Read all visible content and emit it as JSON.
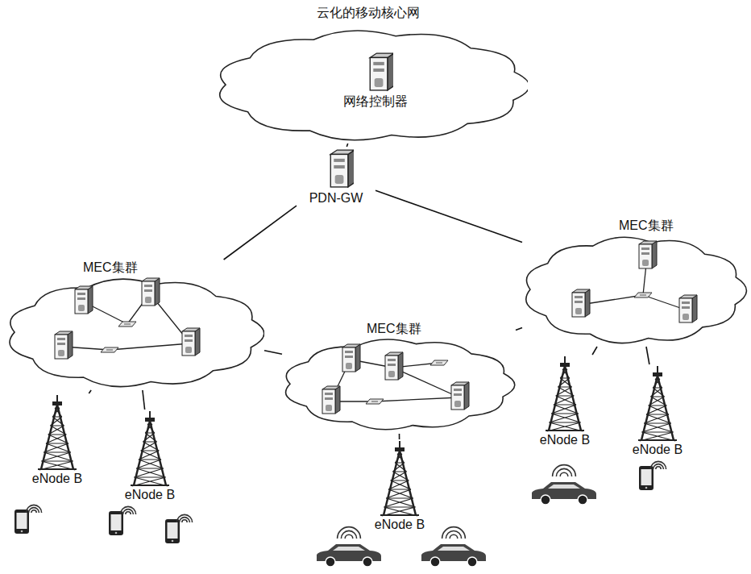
{
  "diagram": {
    "nodes": [
      {
        "text": [
          "云化的移动核心网"
        ]
      },
      {
        "text": [
          "网络控制器"
        ],
        "in": 0
      },
      {
        "text": [
          "PDN-GW"
        ]
      },
      {
        "text": [
          "MEC集群"
        ]
      },
      {
        "text": [
          "MEC集群"
        ]
      },
      {
        "text": [
          "MEC集群"
        ]
      },
      {
        "text": [
          "eNode B"
        ]
      },
      {
        "text": [
          "eNode B"
        ]
      },
      {
        "text": [
          "eNode B"
        ]
      },
      {
        "text": [
          "eNode B"
        ]
      },
      {
        "text": [
          "eNode B"
        ]
      }
    ],
    "edges": [
      {
        "from": 0,
        "to": 2,
        "arrow": "none"
      },
      {
        "from": 2,
        "to": 3,
        "arrow": "none"
      },
      {
        "from": 2,
        "to": 5,
        "arrow": "none"
      },
      {
        "from": 3,
        "to": 4,
        "arrow": "none"
      },
      {
        "from": 4,
        "to": 5,
        "arrow": "none"
      },
      {
        "from": 3,
        "to": 6,
        "arrow": "none"
      },
      {
        "from": 3,
        "to": 7,
        "arrow": "none"
      },
      {
        "from": 4,
        "to": 8,
        "arrow": "none"
      },
      {
        "from": 5,
        "to": 9,
        "arrow": "none"
      },
      {
        "from": 5,
        "to": 10,
        "arrow": "none"
      }
    ]
  }
}
